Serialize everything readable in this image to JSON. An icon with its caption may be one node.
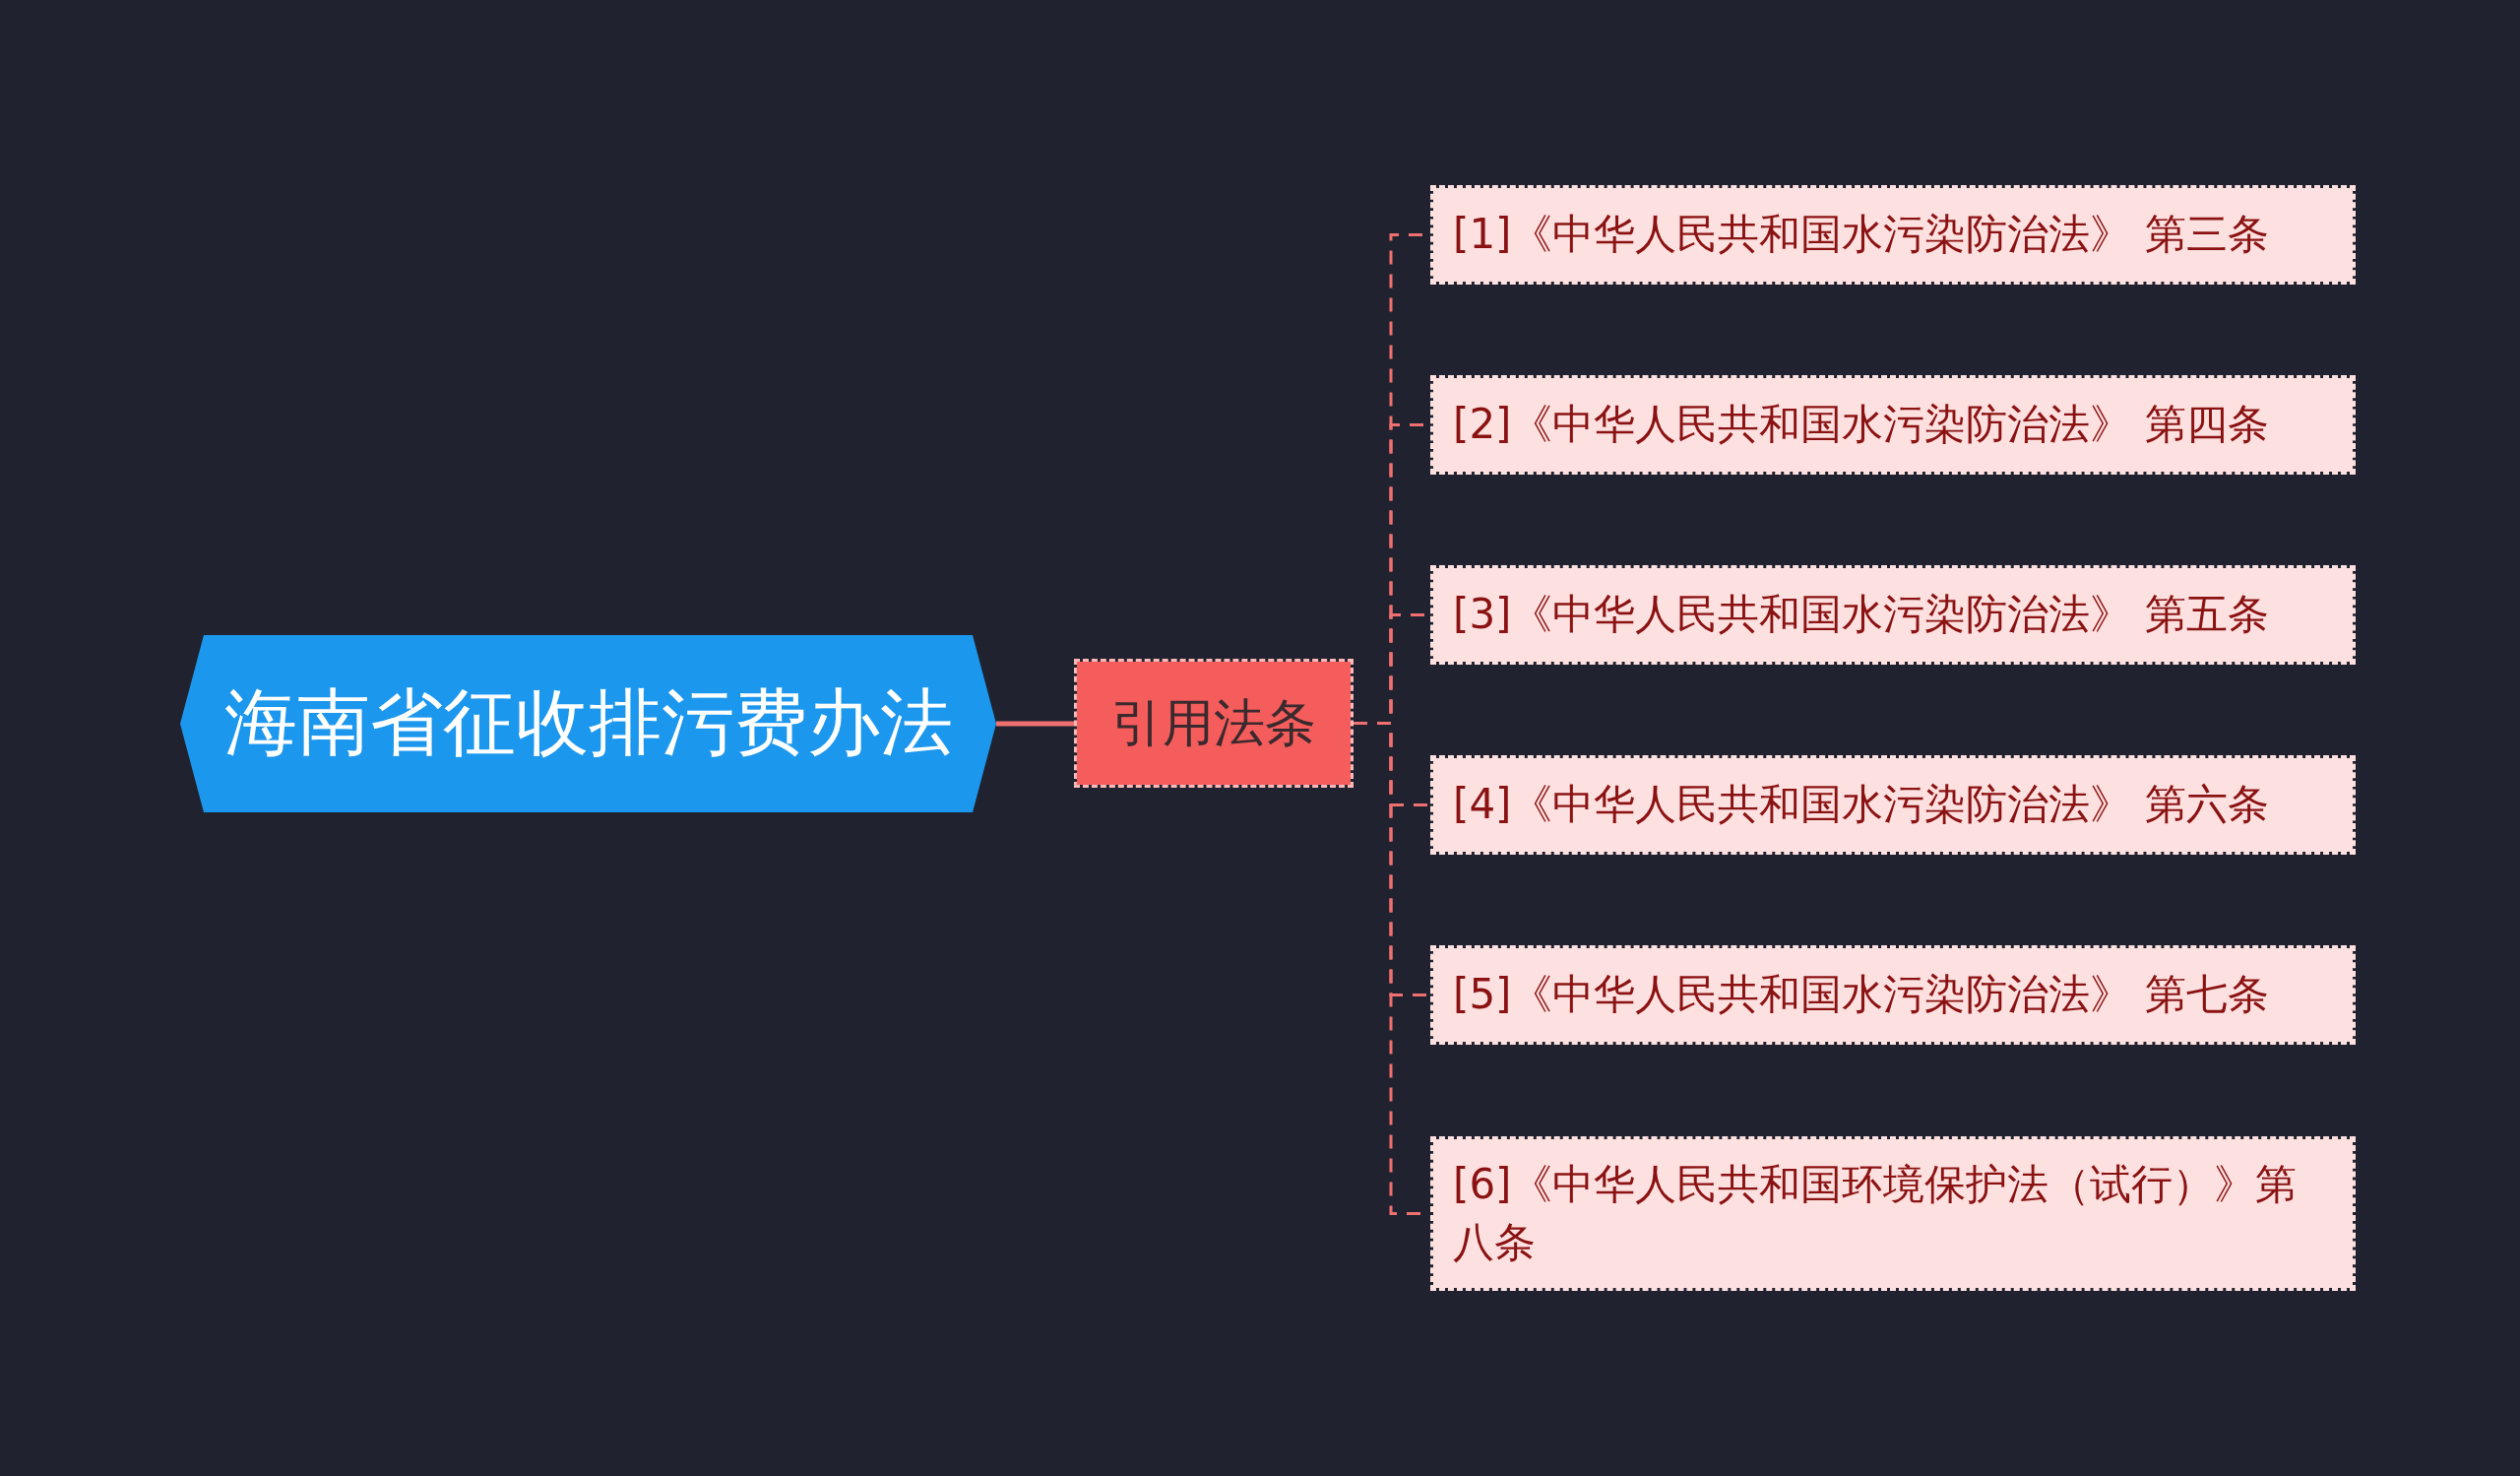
{
  "diagram": {
    "nodes": [
      {
        "text": [
          "海南省征收排污费办法"
        ]
      },
      {
        "text": [
          "引用法条"
        ]
      },
      {
        "text": [
          "[1]《中华人民共和国水污染防治法》 第三条"
        ]
      },
      {
        "text": [
          "[2]《中华人民共和国水污染防治法》 第四条"
        ]
      },
      {
        "text": [
          "[3]《中华人民共和国水污染防治法》 第五条"
        ]
      },
      {
        "text": [
          "[4]《中华人民共和国水污染防治法》 第六条"
        ]
      },
      {
        "text": [
          "[5]《中华人民共和国水污染防治法》 第七条"
        ]
      },
      {
        "text": [
          "[6]《中华人民共和国环境保护法（试行）》第八条"
        ]
      }
    ],
    "edges": [
      {
        "from": 0,
        "to": 1,
        "arrow": "none"
      },
      {
        "from": 1,
        "to": 2,
        "arrow": "none",
        "style": "dashed"
      },
      {
        "from": 1,
        "to": 3,
        "arrow": "none",
        "style": "dashed"
      },
      {
        "from": 1,
        "to": 4,
        "arrow": "none",
        "style": "dashed"
      },
      {
        "from": 1,
        "to": 5,
        "arrow": "none",
        "style": "dashed"
      },
      {
        "from": 1,
        "to": 6,
        "arrow": "none",
        "style": "dashed"
      },
      {
        "from": 1,
        "to": 7,
        "arrow": "none",
        "style": "dashed"
      }
    ]
  }
}
